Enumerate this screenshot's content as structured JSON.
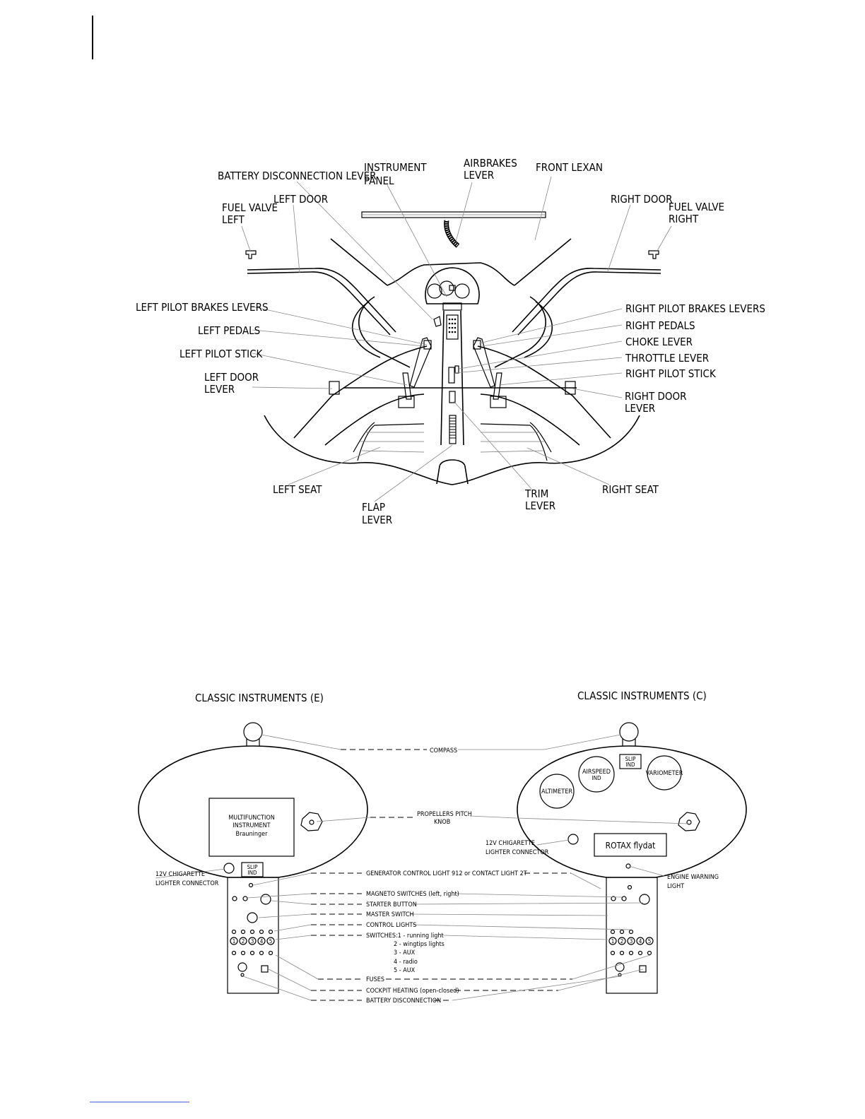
{
  "cockpit": {
    "labels": {
      "battery_disconnection_lever": "BATTERY DISCONNECTION LEVER",
      "instrument_panel_1": "INSTRUMENT",
      "instrument_panel_2": "PANEL",
      "airbrakes_lever_1": "AIRBRAKES",
      "airbrakes_lever_2": "LEVER",
      "front_lexan": "FRONT LEXAN",
      "left_door": "LEFT DOOR",
      "fuel_valve_left_1": "FUEL VALVE",
      "fuel_valve_left_2": "LEFT",
      "right_door": "RIGHT DOOR",
      "fuel_valve_right_1": "FUEL VALVE",
      "fuel_valve_right_2": "RIGHT",
      "left_pilot_brakes_levers": "LEFT PILOT BRAKES LEVERS",
      "left_pedals": "LEFT PEDALS",
      "left_pilot_stick": "LEFT PILOT STICK",
      "left_door_lever_1": "LEFT DOOR",
      "left_door_lever_2": "LEVER",
      "right_pilot_brakes_levers": "RIGHT PILOT BRAKES LEVERS",
      "right_pedals": "RIGHT PEDALS",
      "choke_lever": "CHOKE LEVER",
      "throttle_lever": "THROTTLE LEVER",
      "right_pilot_stick": "RIGHT PILOT STICK",
      "right_door_lever_1": "RIGHT DOOR",
      "right_door_lever_2": "LEVER",
      "left_seat": "LEFT SEAT",
      "right_seat": "RIGHT SEAT",
      "flap_lever_1": "FLAP",
      "flap_lever_2": "LEVER",
      "trim_lever_1": "TRIM",
      "trim_lever_2": "LEVER"
    }
  },
  "panels": {
    "left_title": "CLASSIC INSTRUMENTS (E)",
    "right_title": "CLASSIC INSTRUMENTS (C)",
    "compass": "COMPASS",
    "propellers_pitch_1": "PROPELLERS PITCH",
    "propellers_pitch_2": "KNOB",
    "multifunction_1": "MULTIFUNCTION",
    "multifunction_2": "INSTRUMENT",
    "multifunction_3": "Brauninger",
    "slip_ind_1": "SLIP",
    "slip_ind_2": "IND",
    "cig_left_1": "12V CHIGARETTE",
    "cig_left_2": "LIGHTER CONNECTOR",
    "cig_right_1": "12V CHIGARETTE",
    "cig_right_2": "LIGHTER CONNECTOR",
    "airspeed_1": "AIRSPEED",
    "airspeed_2": "IND",
    "altimeter": "ALTIMETER",
    "variometer": "VARIOMETER",
    "rotax": "ROTAX flydat",
    "engine_warning_1": "ENGINE WARNING",
    "engine_warning_2": "LIGHT",
    "generator": "GENERATOR CONTROL LIGHT 912 or CONTACT LIGHT 2T",
    "magneto": "MAGNETO SWITCHES (left, right)",
    "starter": "STARTER BUTTON",
    "master": "MASTER SWITCH",
    "control_lights": "CONTROL LIGHTS",
    "switches_1": "SWITCHES:1 - running light",
    "switches_2": "2 - wingtips lights",
    "switches_3": "3 - AUX",
    "switches_4": "4 - radio",
    "switches_5": "5 - AUX",
    "fuses": "FUSES",
    "cockpit_heating": "COCKPIT HEATING (open-closed)",
    "battery_disconnection": "BATTERY DISCONNECTION",
    "switch_numbers": [
      "1",
      "2",
      "3",
      "4",
      "5"
    ]
  }
}
